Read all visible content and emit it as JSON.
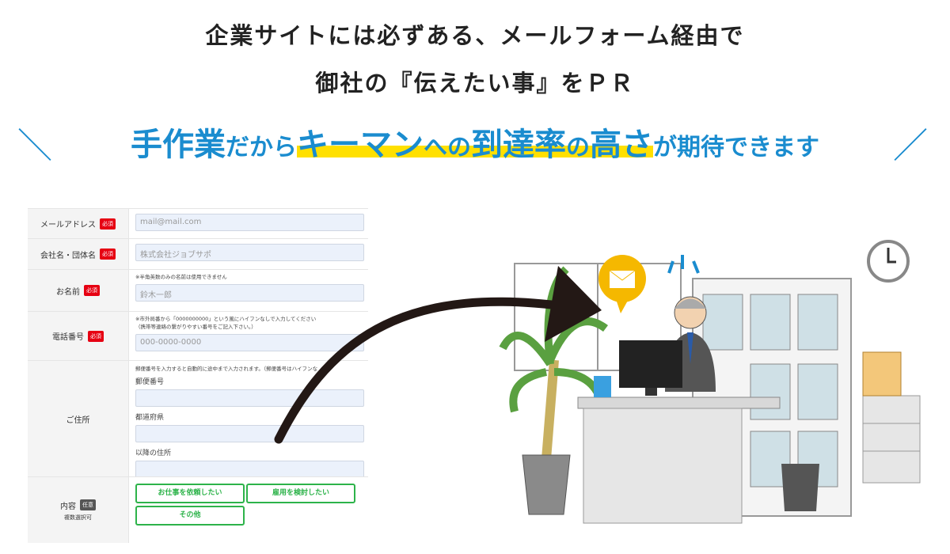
{
  "headline": {
    "line1": "企業サイトには必ずある、メールフォーム経由で",
    "line2": "御社の『伝えたい事』をＰＲ",
    "line3": {
      "slash_left": "＼",
      "part1": "手作業",
      "part2": "だから",
      "highlight1": "キーマン",
      "part3": "への",
      "highlight2": "到達率",
      "part4": "の",
      "highlight3": "高さ",
      "part5": "が期待できます",
      "slash_right": "／"
    }
  },
  "colors": {
    "accent": "#1a8ccf",
    "highlight": "#ffe000",
    "required": "#e60012",
    "button": "#2db34a"
  },
  "form": {
    "required_badge": "必須",
    "optional_badge": "任意",
    "email": {
      "label": "メールアドレス",
      "placeholder": "mail@mail.com"
    },
    "company": {
      "label": "会社名・団体名",
      "placeholder": "株式会社ジョブサポ"
    },
    "name": {
      "label": "お名前",
      "note": "※半角英数のみの名前は使用できません",
      "placeholder": "鈴木一郎"
    },
    "phone": {
      "label": "電話番号",
      "note1": "※市外局番から「0000000000」という風にハイフンなしで入力してください",
      "note2": "（携帯等連絡の繋がりやすい番号をご記入下さい。）",
      "placeholder": "000-0000-0000"
    },
    "address": {
      "label": "ご住所",
      "note": "郵便番号を入力すると自動的に途中まで入力されます。（郵便番号はハイフンな",
      "postal": "郵便番号",
      "prefecture": "都道府県",
      "rest": "以降の住所"
    },
    "content": {
      "label": "内容",
      "sub": "複数選択可",
      "options": [
        "お仕事を依頼したい",
        "雇用を検討したい",
        "その他"
      ]
    }
  }
}
